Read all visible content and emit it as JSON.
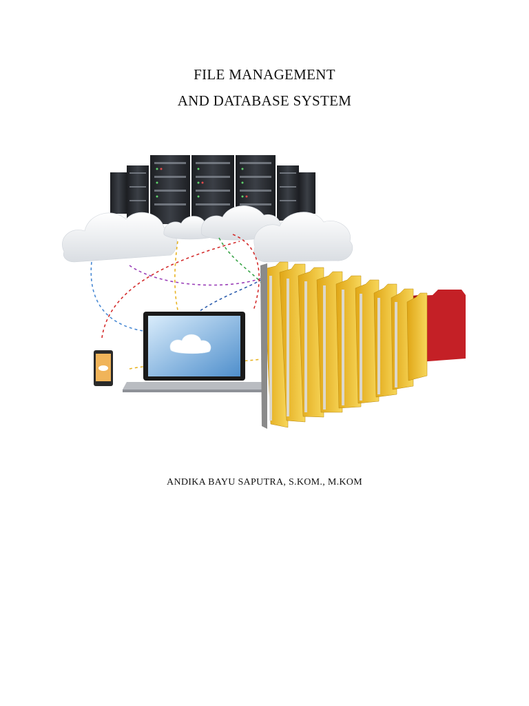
{
  "cover": {
    "title_line_1": "FILE MANAGEMENT",
    "title_line_2": "AND DATABASE SYSTEM",
    "author": "ANDIKA BAYU SAPUTRA, S.KOM., M.KOM"
  },
  "colors": {
    "folder_yellow": "#f2c230",
    "folder_red": "#c42026",
    "server_dark": "#2b2e33",
    "cloud_white": "#f4f6f8",
    "screen_blue": "#6fa8dc"
  },
  "icons": [
    "server-rack-icon",
    "cloud-icon",
    "laptop-icon",
    "phone-icon",
    "folder-icon"
  ]
}
